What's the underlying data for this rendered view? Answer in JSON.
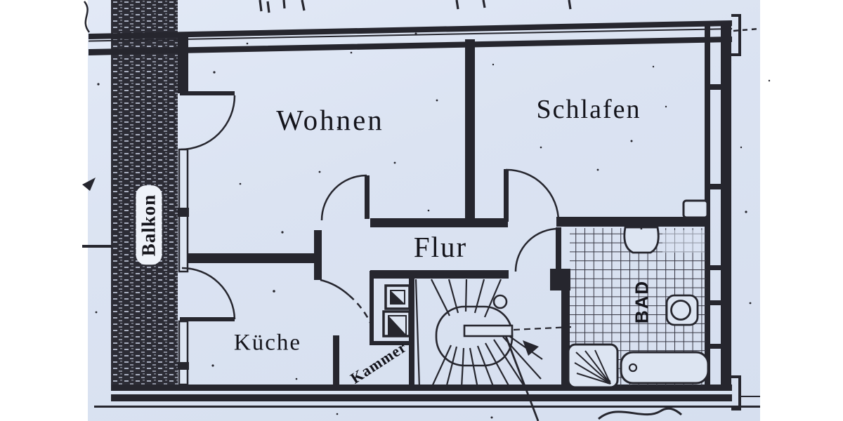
{
  "floor_plan": {
    "rooms": [
      {
        "id": "wohnen",
        "label": "Wohnen"
      },
      {
        "id": "schlafen",
        "label": "Schlafen"
      },
      {
        "id": "flur",
        "label": "Flur"
      },
      {
        "id": "kueche",
        "label": "Küche"
      },
      {
        "id": "kammer",
        "label": "Kammer"
      },
      {
        "id": "balkon",
        "label": "Balkon"
      },
      {
        "id": "bad",
        "label": "BAD"
      }
    ],
    "colors": {
      "paper": "#dbe3f2",
      "ink": "#26262e",
      "label_text": "#14141b"
    }
  }
}
